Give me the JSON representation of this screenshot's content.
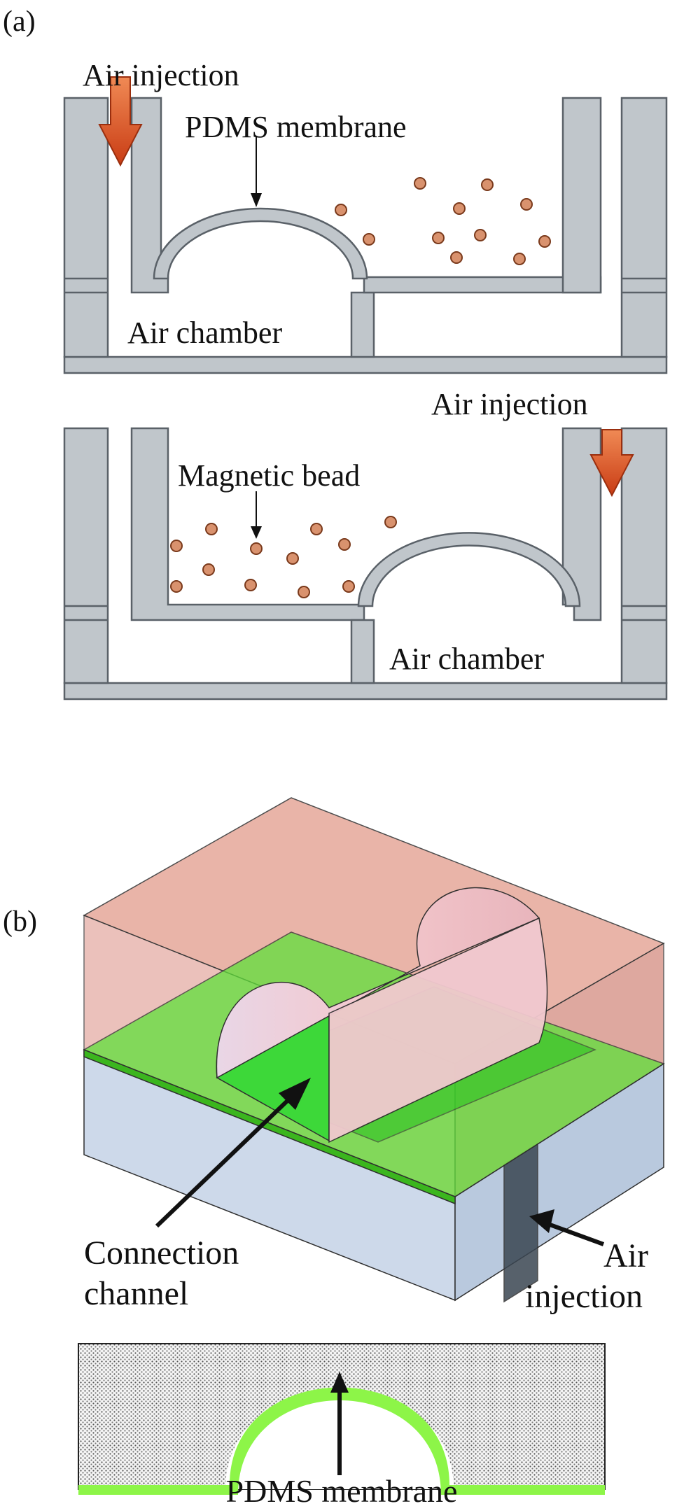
{
  "panel_a": {
    "tag": "(a)",
    "top": {
      "air_injection": "Air injection",
      "membrane_label": "PDMS membrane",
      "chamber_label": "Air chamber"
    },
    "bottom": {
      "air_injection": "Air injection",
      "bead_label": "Magnetic bead",
      "chamber_label": "Air chamber"
    }
  },
  "panel_b": {
    "tag": "(b)",
    "connection_line1": "Connection",
    "connection_line2": "channel",
    "air_line1": "Air",
    "air_line2": "injection",
    "membrane_label": "PDMS membrane"
  },
  "colors": {
    "wall_fill": "#c0c6cb",
    "wall_stroke": "#5a6168",
    "bead": "#d9926e",
    "arrow": "#e05a2b",
    "top_block": "#e6a79a",
    "green_layer": "#5fe03a",
    "bottom_block": "#cdd9ea",
    "membrane_3d": "#f1c9cf",
    "membrane_2d": "#8df548"
  }
}
